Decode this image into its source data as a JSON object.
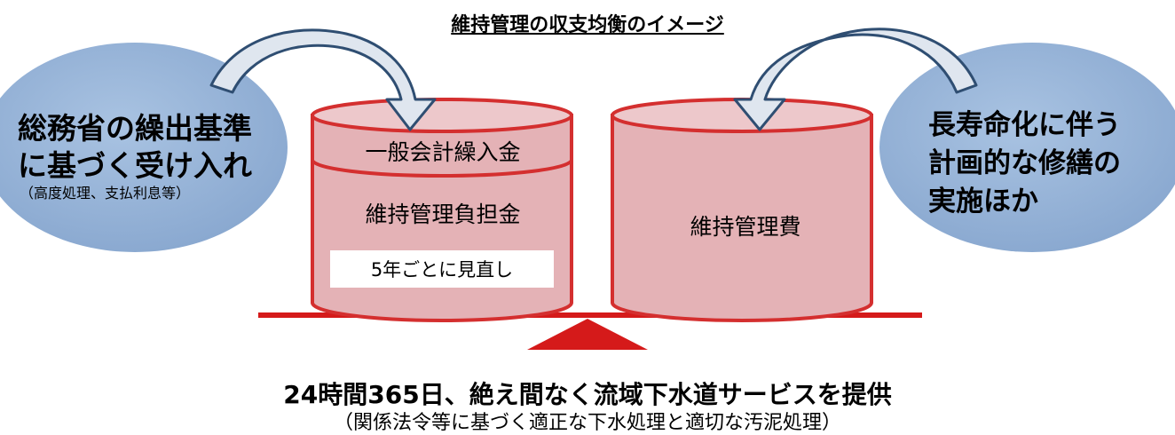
{
  "title": "維持管理の収支均衡のイメージ",
  "left_bubble": {
    "line1": "総務省の繰出基準",
    "line2": "に基づく受け入れ",
    "note": "（高度処理、支払利息等）"
  },
  "right_bubble": {
    "line1": "長寿命化に伴う",
    "line2": "計画的な修繕の",
    "line3": "実施ほか"
  },
  "left_cylinder": {
    "top_label": "一般会計繰入金",
    "middle_label": "維持管理負担金",
    "box_label": "5年ごとに見直し"
  },
  "right_cylinder": {
    "label": "維持管理費"
  },
  "bottom": {
    "main": "24時間365日、絶え間なく流域下水道サービスを提供",
    "sub": "（関係法令等に基づく適正な下水処理と適切な汚泥処理）"
  },
  "colors": {
    "cylinder_fill": "#e4b2b6",
    "cylinder_border": "#d42f2f",
    "bubble_fill": "#95b3d7",
    "arrow_fill": "#dfe6ef",
    "arrow_stroke": "#2f4e72",
    "scale_red": "#d51a1a"
  }
}
